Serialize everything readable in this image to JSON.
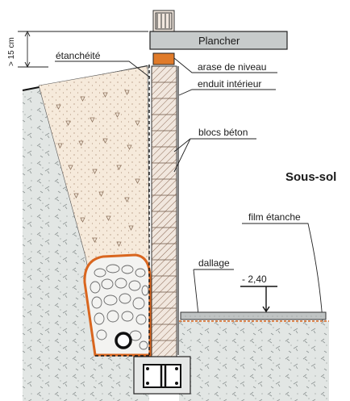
{
  "labels": {
    "plancher": "Plancher",
    "arase": "arase de niveau",
    "enduit": "enduit intérieur",
    "blocs": "blocs béton",
    "sous_sol": "Sous-sol",
    "film": "film étanche",
    "dallage": "dallage",
    "niveau": "- 2,40",
    "etancheite": "étanchéité",
    "hauteur": "> 15 cm"
  },
  "colors": {
    "drain": "#d9661f",
    "arase": "#e07b2a",
    "backfill": "#f6eadb",
    "ground": "#dfe3e1",
    "slab": "#b9bdbd",
    "line": "#222222"
  }
}
